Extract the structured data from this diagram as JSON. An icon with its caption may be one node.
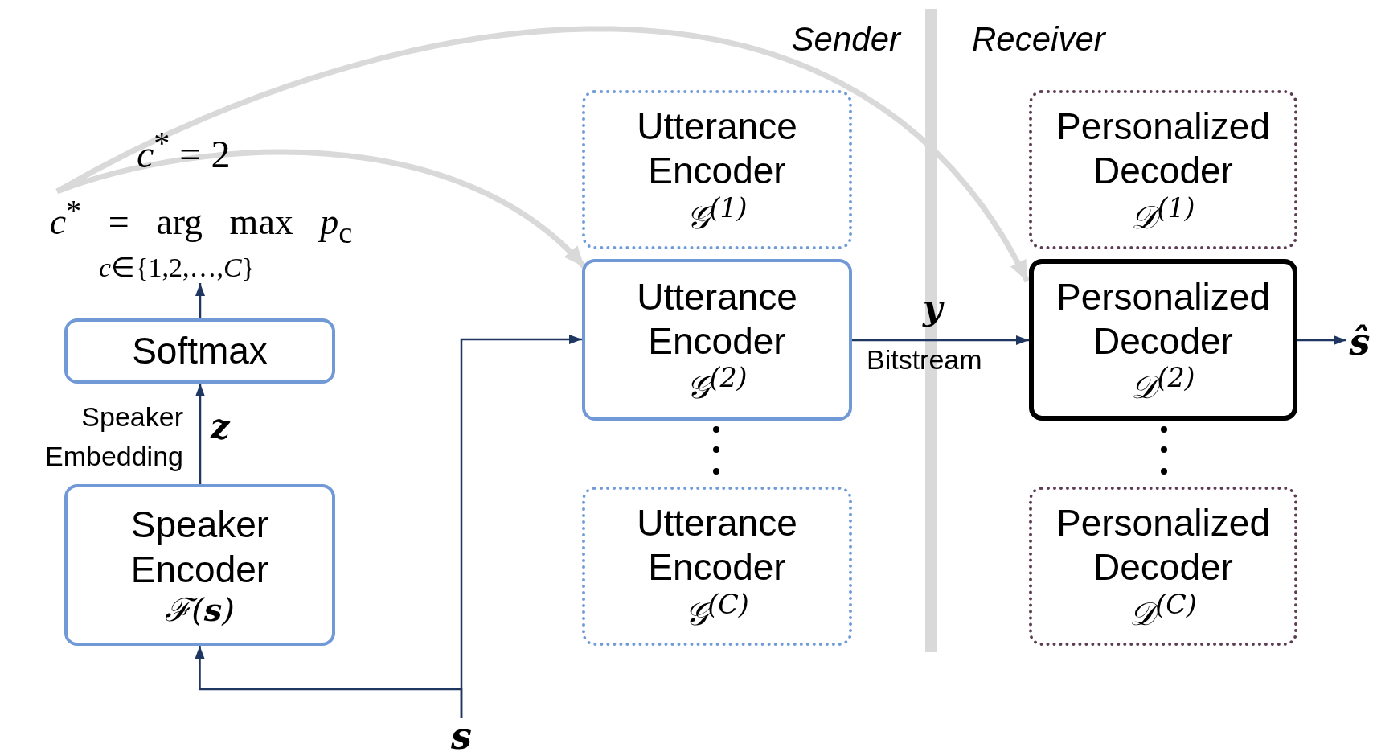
{
  "diagram": {
    "nodes": [
      {
        "text": [
          "*c*$^{*}$ = arg max *p*$_{c}$",
          "*c*∈{1,2,…,*C*}"
        ]
      },
      {
        "text": [
          "Softmax"
        ]
      },
      {
        "text": [
          "Speaker Encoder",
          "ℱ(**s**)"
        ]
      },
      {
        "text": [
          "Utterance Encoder",
          "𝒢$^{(1)}$"
        ]
      },
      {
        "text": [
          "Utterance Encoder",
          "𝒢$^{(2)}$"
        ]
      },
      {
        "text": [
          "Utterance Encoder",
          "𝒢$^{(C)}$"
        ]
      },
      {
        "text": [
          "Personalized Decoder",
          "𝒟$^{(1)}$"
        ]
      },
      {
        "text": [
          "Personalized Decoder",
          "𝒟$^{(2)}$"
        ]
      },
      {
        "text": [
          "Personalized Decoder",
          "𝒟$^{(C)}$"
        ]
      },
      {
        "text": [
          "s"
        ]
      },
      {
        "text": [
          "ŝ"
        ]
      },
      {
        "text": [],
        "shape": "bar"
      }
    ],
    "edges": [
      {
        "from": 9,
        "to": 2,
        "arrow": "to"
      },
      {
        "from": 9,
        "to": 4,
        "arrow": "to"
      },
      {
        "from": 2,
        "to": 1,
        "arrow": "to",
        "label": "z"
      },
      {
        "from": 1,
        "to": 0,
        "arrow": "to"
      },
      {
        "from": 0,
        "to": 4,
        "arrow": "to",
        "label": "*c*$^{*}$ = 2",
        "style": "thick",
        "color": "#d9d9d9"
      },
      {
        "from": 0,
        "to": 7,
        "arrow": "to",
        "style": "thick",
        "color": "#d9d9d9"
      },
      {
        "from": 4,
        "to": 7,
        "arrow": "to",
        "label": "y"
      },
      {
        "from": 7,
        "to": 10,
        "arrow": "to"
      }
    ],
    "labels": [
      "Sender",
      "Receiver",
      "Speaker Embedding",
      "Bitstream"
    ]
  }
}
